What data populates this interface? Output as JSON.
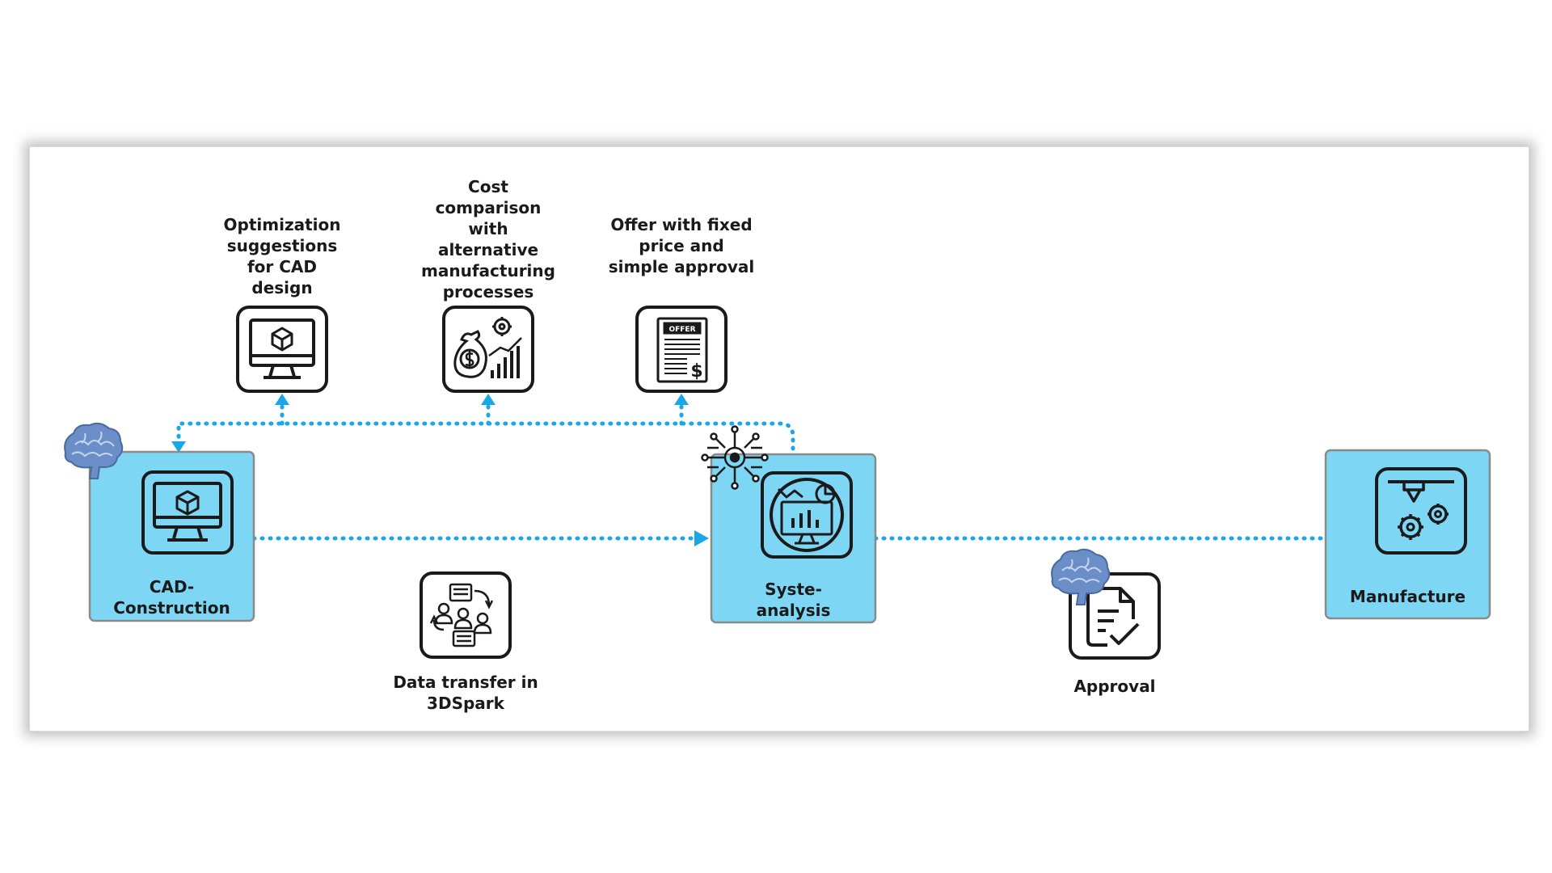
{
  "colors": {
    "box_fill": "#7dd6f4",
    "box_stroke": "#8a8a8a",
    "arrow": "#1aa7e8",
    "icon_stroke": "#1a1a1a",
    "brain": "#5a7fb8"
  },
  "labels": {
    "cad": "CAD-\nConstruction",
    "analysis": "Syste-\nanalysis",
    "manufacture": "Manufacture",
    "optimization": "Optimization\nsuggestions\nfor CAD\ndesign",
    "cost": "Cost\ncomparison\nwith\nalternative\nmanufacturing\nprocesses",
    "offer": "Offer with fixed\nprice and\nsimple approval",
    "transfer": "Data transfer in\n3DSpark",
    "approval": "Approval",
    "offer_sign": "OFFER",
    "dollar": "$"
  },
  "icons": {
    "cad": "monitor-cube-icon",
    "analysis": "monitor-analytics-icon",
    "manufacture": "3d-printer-gears-icon",
    "optimization": "monitor-cube-icon",
    "cost": "money-bag-chart-icon",
    "offer": "offer-document-icon",
    "transfer": "data-transfer-people-icon",
    "approval": "document-check-icon",
    "ai": "neural-network-icon",
    "brain": "brain-icon"
  }
}
